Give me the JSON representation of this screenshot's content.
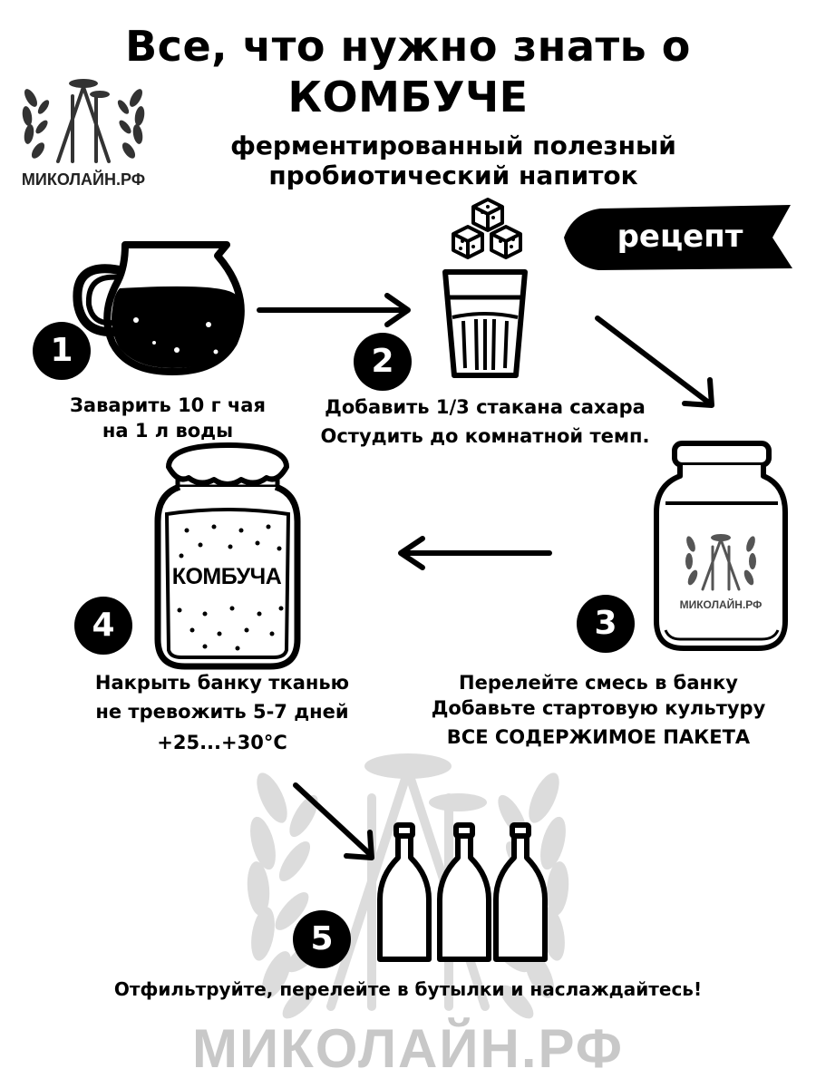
{
  "header": {
    "title_line1": "Все, что нужно знать о",
    "title_line2": "КОМБУЧЕ",
    "subtitle_line1": "ферментированный полезный",
    "subtitle_line2": "пробиотический напиток"
  },
  "brand": {
    "logo_text": "МИКОЛАЙН.РФ",
    "watermark_text": "МИКОЛАЙН.РФ"
  },
  "ribbon": {
    "label": "рецепт"
  },
  "steps": [
    {
      "number": "1",
      "lines": [
        "Заварить 10 г чая",
        "на 1 л воды"
      ]
    },
    {
      "number": "2",
      "lines": [
        "Добавить 1/3 стакана сахара",
        "Остудить до комнатной темп."
      ]
    },
    {
      "number": "3",
      "lines": [
        "Перелейте смесь в банку",
        "Добавьте стартовую культуру",
        "ВСЕ СОДЕРЖИМОЕ ПАКЕТА"
      ]
    },
    {
      "number": "4",
      "lines": [
        "Накрыть банку тканью",
        "не тревожить 5-7 дней",
        "+25...+30°C"
      ]
    },
    {
      "number": "5",
      "lines": [
        "Отфильтруйте, перелейте в бутылки и наслаждайтесь!"
      ]
    }
  ],
  "jar_label": "КОМБУЧА",
  "colors": {
    "ink": "#000000",
    "paper": "#ffffff",
    "watermark": "#c8c8c8"
  }
}
